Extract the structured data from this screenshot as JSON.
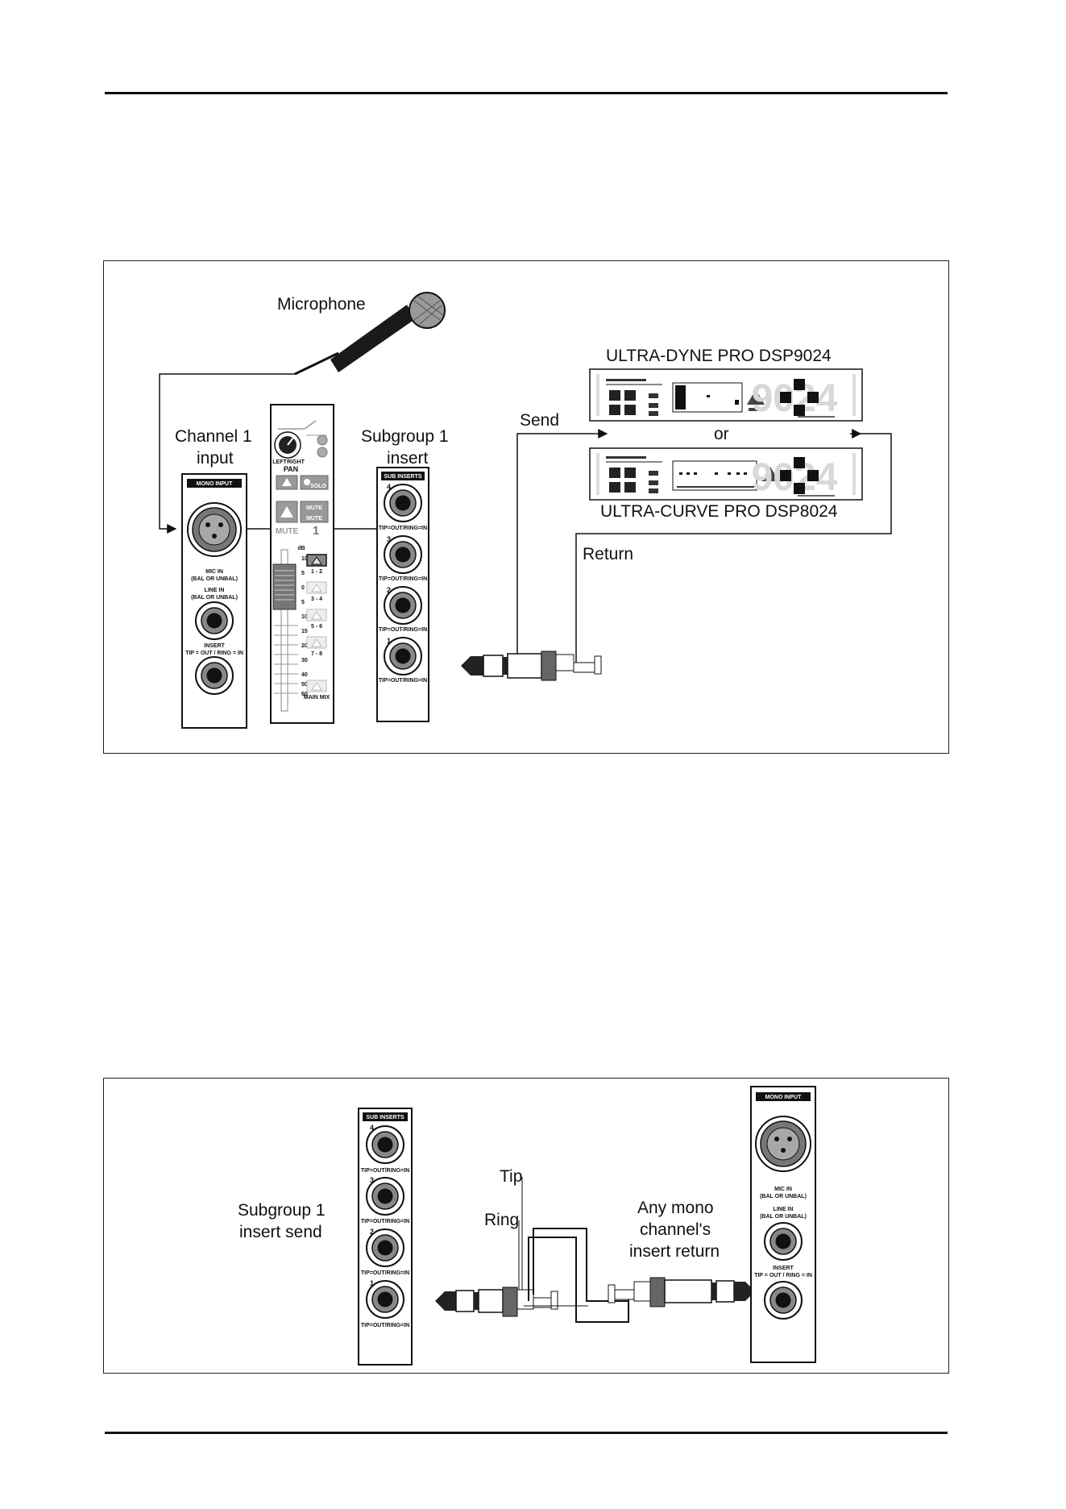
{
  "figure1": {
    "microphone": "Microphone",
    "channel_input": [
      "Channel 1",
      "input"
    ],
    "subgroup_insert": [
      "Subgroup 1",
      "insert"
    ],
    "send": "Send",
    "return": "Return",
    "or": "or",
    "device_top": "ULTRA-DYNE PRO DSP9024",
    "device_bottom": "ULTRA-CURVE PRO DSP8024",
    "device_badge": "9024"
  },
  "figure2": {
    "subgroup_send": [
      "Subgroup 1",
      "insert send"
    ],
    "tip": "Tip",
    "ring": "Ring",
    "any_mono": [
      "Any mono",
      "channel's",
      "insert return"
    ]
  },
  "mono_input": {
    "header": "MONO INPUT",
    "mic_in": [
      "MIC IN",
      "(BAL OR UNBAL)"
    ],
    "line_in": [
      "LINE IN",
      "(BAL OR UNBAL)"
    ],
    "insert": [
      "INSERT",
      "TIP = OUT / RING = IN"
    ]
  },
  "sub_inserts": {
    "header": "SUB INSERTS",
    "numbers": [
      "4",
      "3",
      "2",
      "1"
    ],
    "jack_label": "TIP=OUT/RING=IN"
  },
  "channel_strip": {
    "pan": "PAN",
    "left": "LEFT",
    "right": "RIGHT",
    "solo": "SOLO",
    "mute": "MUTE",
    "channel_number": "1",
    "db": "dB",
    "routing": [
      "1 - 2",
      "3 - 4",
      "5 - 6",
      "7 - 8",
      "MAIN MIX"
    ],
    "scale": [
      "10",
      "5",
      "0",
      "5",
      "10",
      "15",
      "20",
      "30",
      "40",
      "50",
      "60"
    ]
  }
}
